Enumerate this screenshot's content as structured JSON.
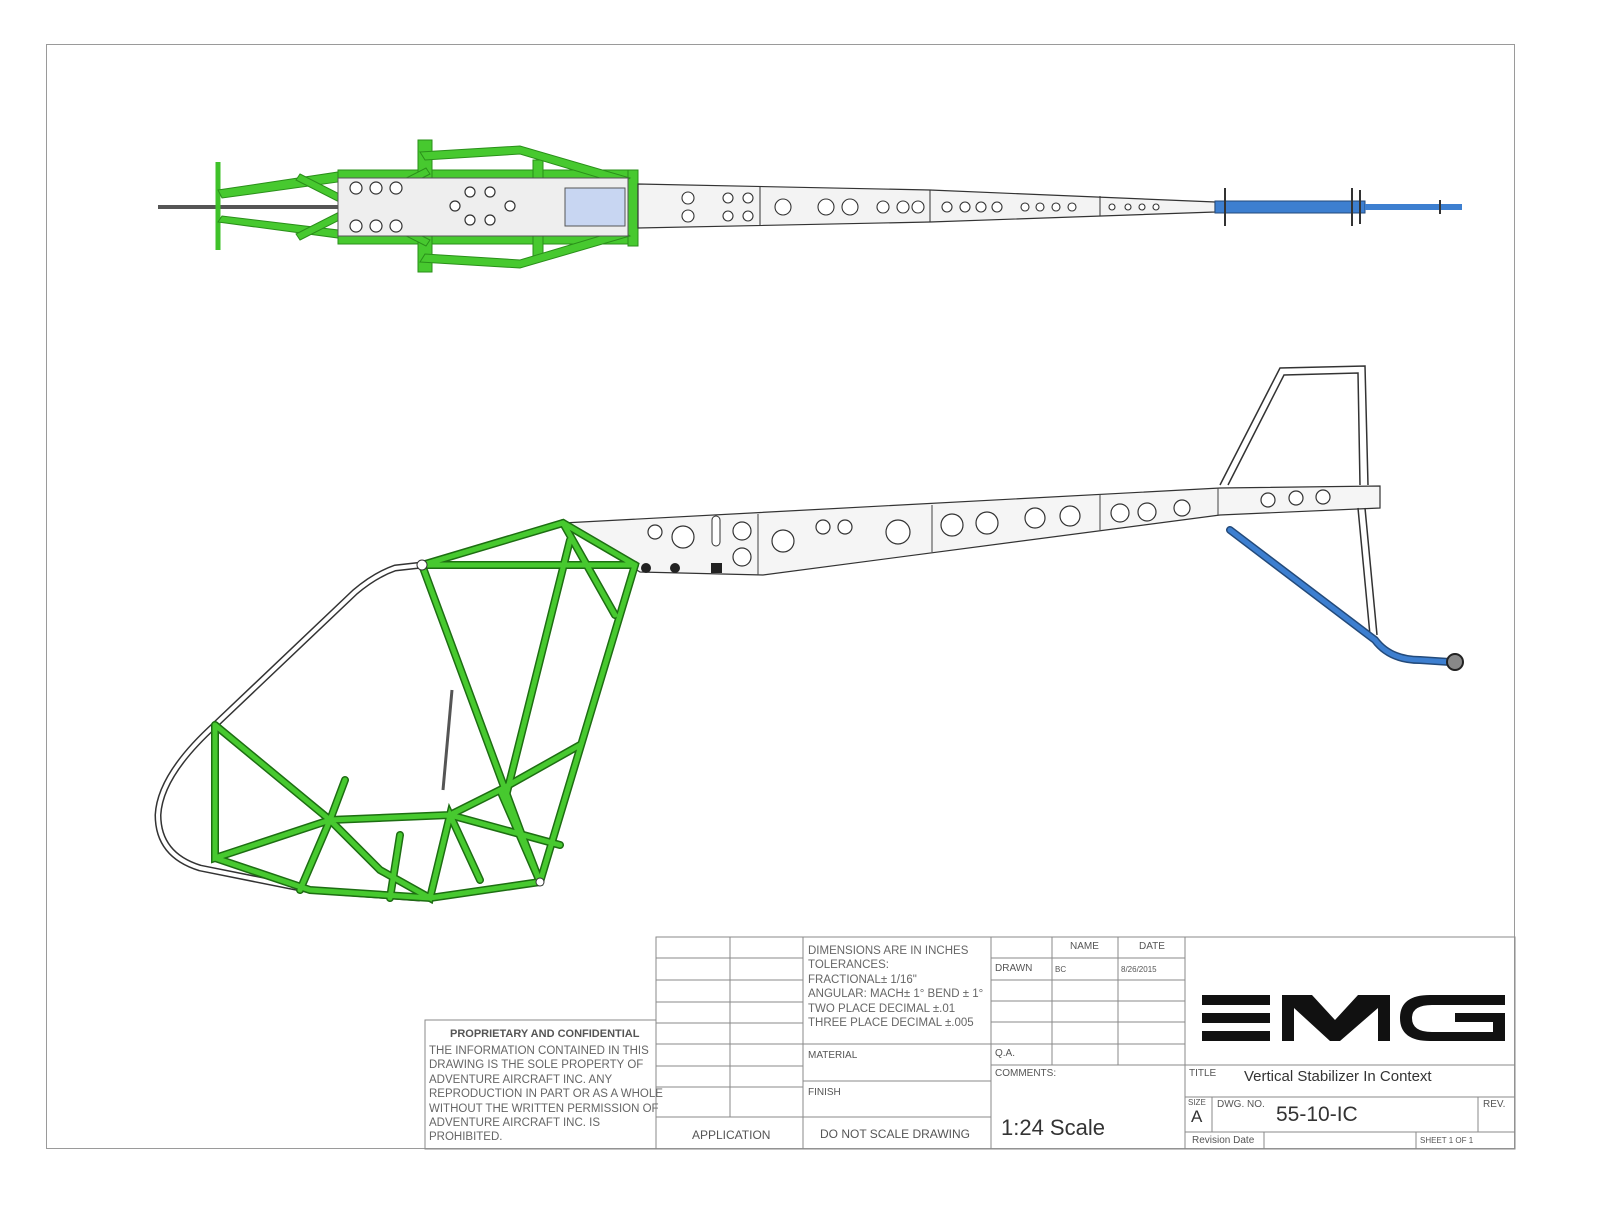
{
  "title_block": {
    "proprietary": {
      "heading": "PROPRIETARY AND CONFIDENTIAL",
      "lines": [
        "THE INFORMATION CONTAINED IN THIS",
        "DRAWING IS THE SOLE PROPERTY OF",
        "ADVENTURE AIRCRAFT INC.  ANY",
        "REPRODUCTION IN PART OR AS A WHOLE",
        "WITHOUT THE WRITTEN PERMISSION OF",
        "ADVENTURE AIRCRAFT INC. IS",
        "PROHIBITED."
      ]
    },
    "application_label": "APPLICATION",
    "tolerances": {
      "lines": [
        "DIMENSIONS ARE IN INCHES",
        "TOLERANCES:",
        "FRACTIONAL± 1/16\"",
        "ANGULAR: MACH± 1° BEND ± 1°",
        "TWO PLACE DECIMAL    ±.01",
        "THREE PLACE DECIMAL  ±.005"
      ]
    },
    "material_label": "MATERIAL",
    "finish_label": "FINISH",
    "do_not_scale": "DO  NOT  SCALE  DRAWING",
    "name_header": "NAME",
    "date_header": "DATE",
    "drawn_label": "DRAWN",
    "drawn_name": "BC",
    "drawn_date": "8/26/2015",
    "qa_label": "Q.A.",
    "comments_label": "COMMENTS:",
    "scale_note": "1:24 Scale",
    "logo_text": "EMG",
    "title_label": "TITLE",
    "title_value": "Vertical Stabilizer In Context",
    "size_label": "SIZE",
    "size_value": "A",
    "dwg_no_label": "DWG.  NO.",
    "dwg_no_value": "55-10-IC",
    "rev_label": "REV.",
    "revision_date_label": "Revision Date",
    "sheet_label": "SHEET 1 OF 1"
  },
  "colors": {
    "frame_green": "#3fc22a",
    "frame_green_dark": "#1d6e12",
    "tail_blue": "#3d7fd0",
    "line": "#333333"
  }
}
